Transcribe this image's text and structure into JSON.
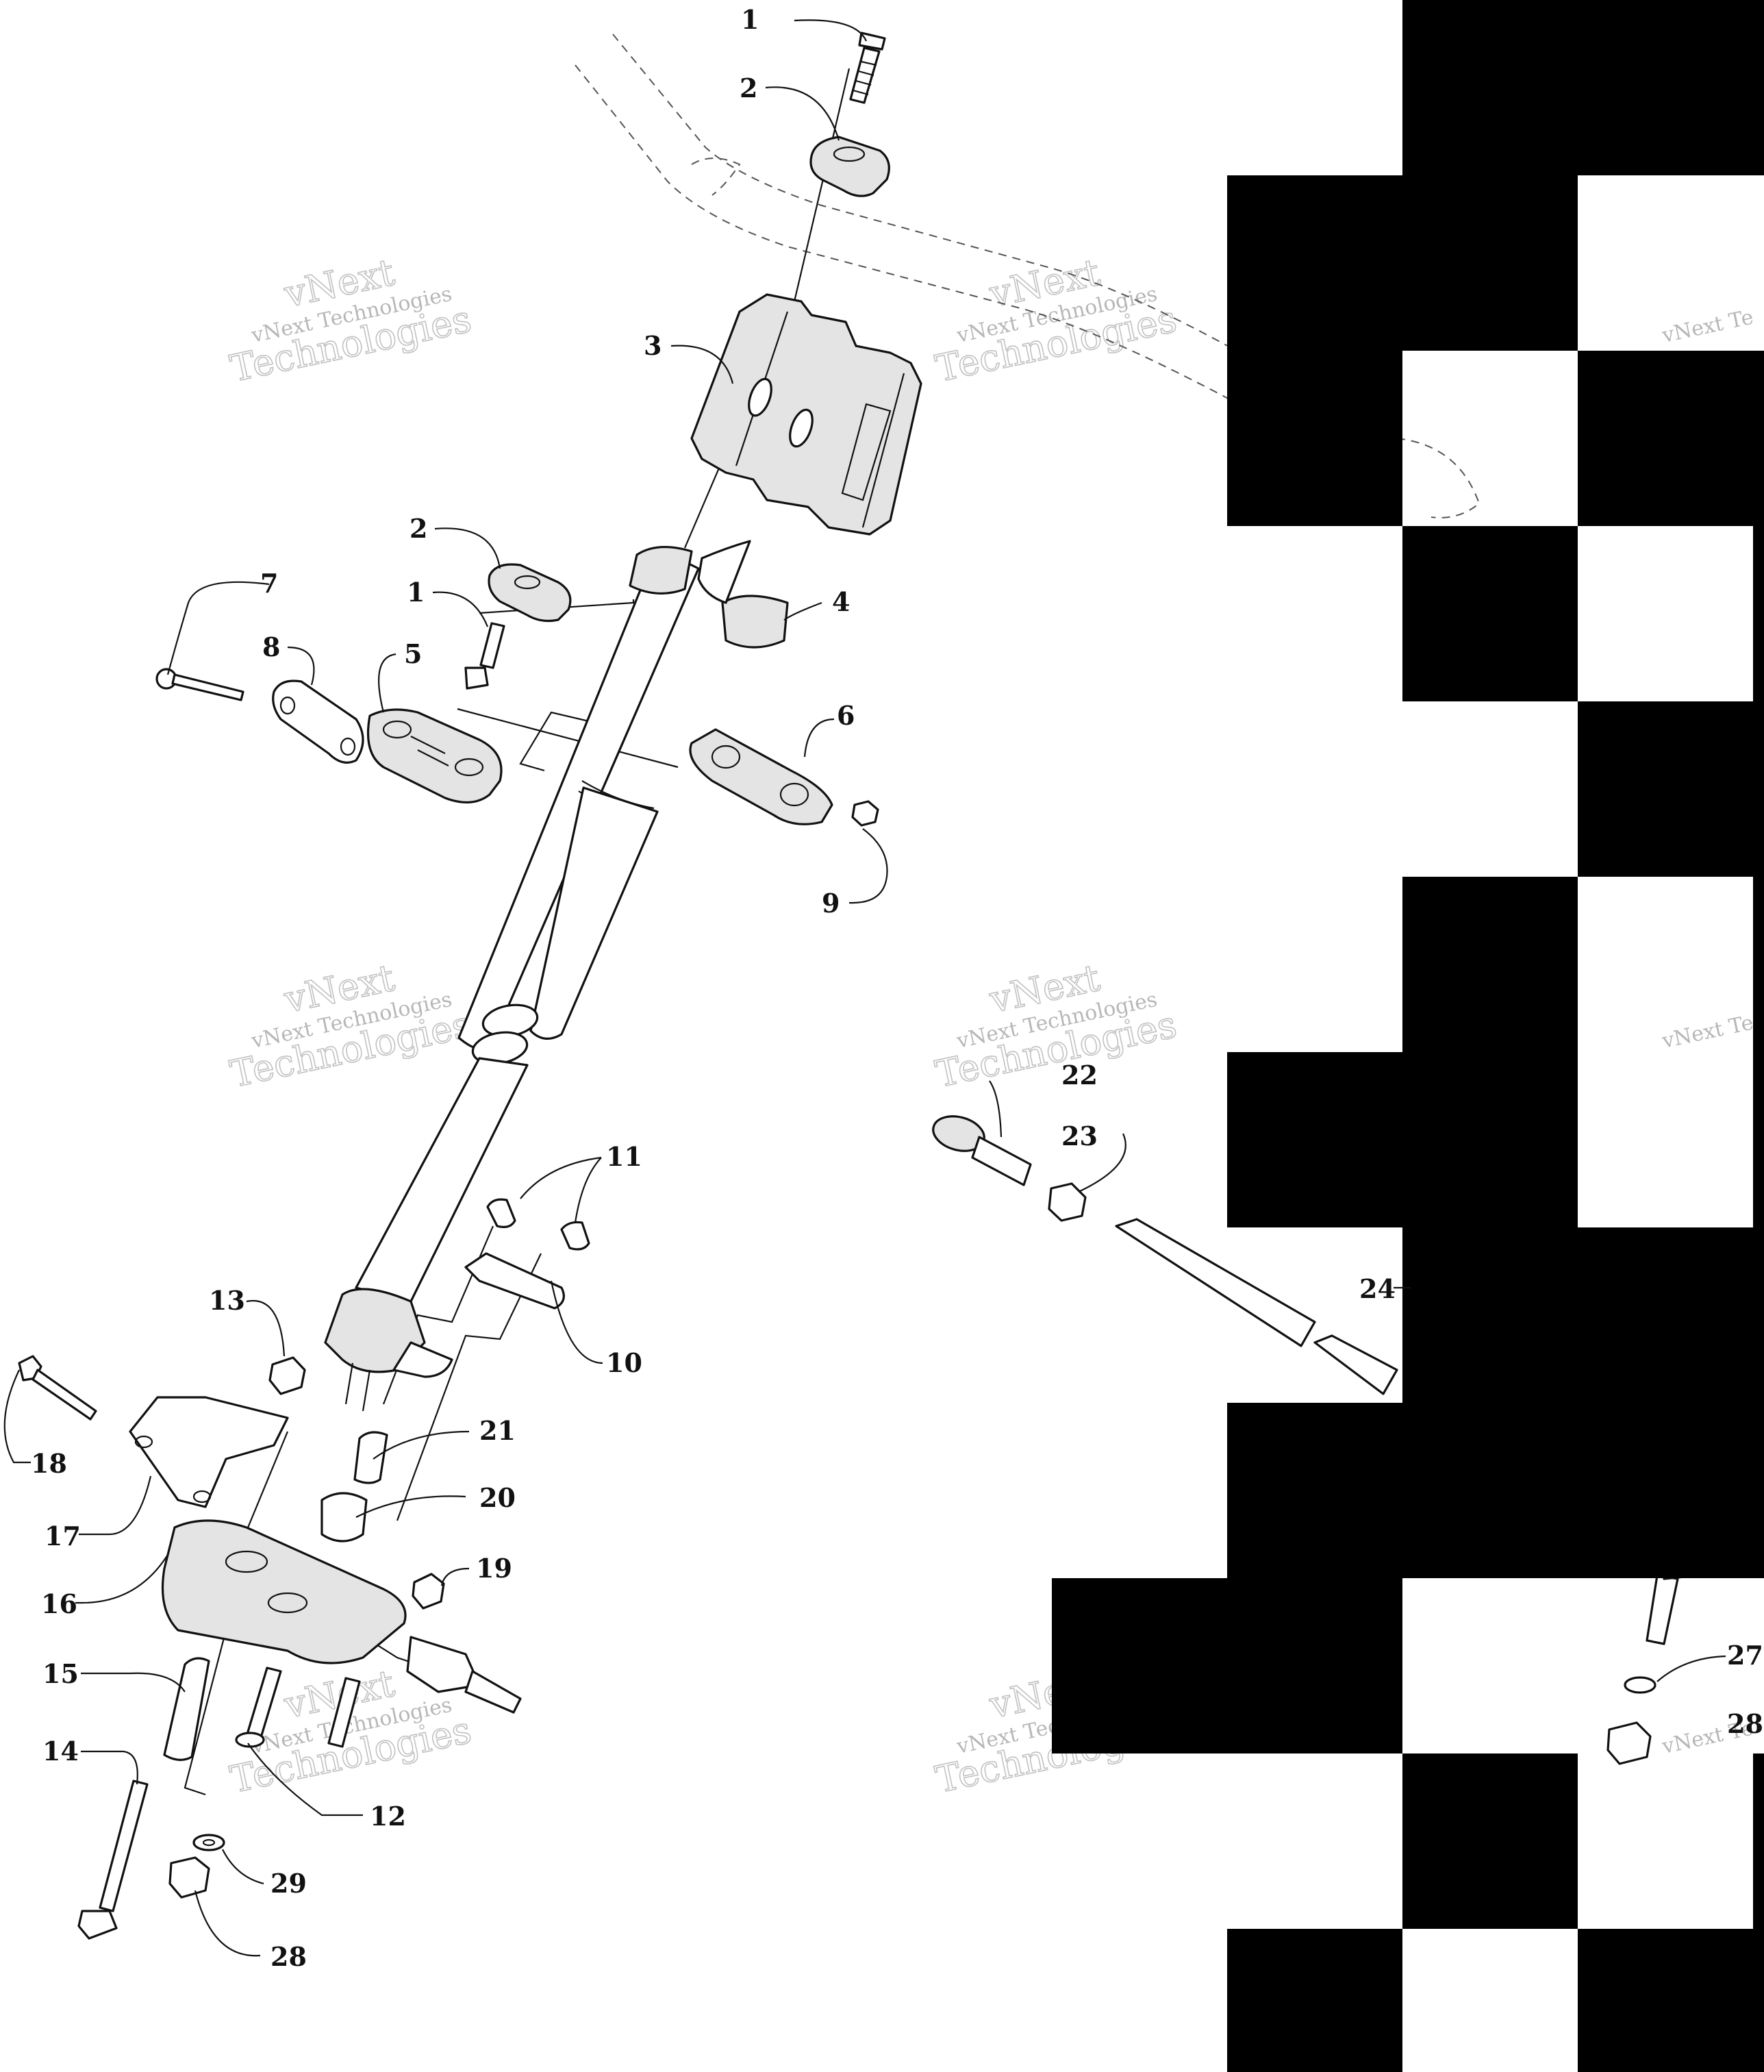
{
  "callouts": [
    {
      "id": "1",
      "label": "1"
    },
    {
      "id": "2",
      "label": "2"
    },
    {
      "id": "3",
      "label": "3"
    },
    {
      "id": "2b",
      "label": "2"
    },
    {
      "id": "1b",
      "label": "1"
    },
    {
      "id": "4",
      "label": "4"
    },
    {
      "id": "7",
      "label": "7"
    },
    {
      "id": "8",
      "label": "8"
    },
    {
      "id": "5",
      "label": "5"
    },
    {
      "id": "6",
      "label": "6"
    },
    {
      "id": "9",
      "label": "9"
    },
    {
      "id": "11",
      "label": "11"
    },
    {
      "id": "10",
      "label": "10"
    },
    {
      "id": "13",
      "label": "13"
    },
    {
      "id": "18",
      "label": "18"
    },
    {
      "id": "21",
      "label": "21"
    },
    {
      "id": "20",
      "label": "20"
    },
    {
      "id": "17",
      "label": "17"
    },
    {
      "id": "19",
      "label": "19"
    },
    {
      "id": "16",
      "label": "16"
    },
    {
      "id": "15",
      "label": "15"
    },
    {
      "id": "14",
      "label": "14"
    },
    {
      "id": "12",
      "label": "12"
    },
    {
      "id": "29",
      "label": "29"
    },
    {
      "id": "28",
      "label": "28"
    },
    {
      "id": "22",
      "label": "22"
    },
    {
      "id": "23",
      "label": "23"
    },
    {
      "id": "24",
      "label": "24"
    },
    {
      "id": "27",
      "label": "27"
    },
    {
      "id": "28b",
      "label": "28"
    }
  ],
  "watermark": {
    "line1": "vNext Technologies",
    "line2": "Technologies",
    "line3": "vNext",
    "partial": "vNext Te"
  },
  "colors": {
    "ink": "#111111",
    "block": "#000000",
    "background": "#ffffff"
  }
}
